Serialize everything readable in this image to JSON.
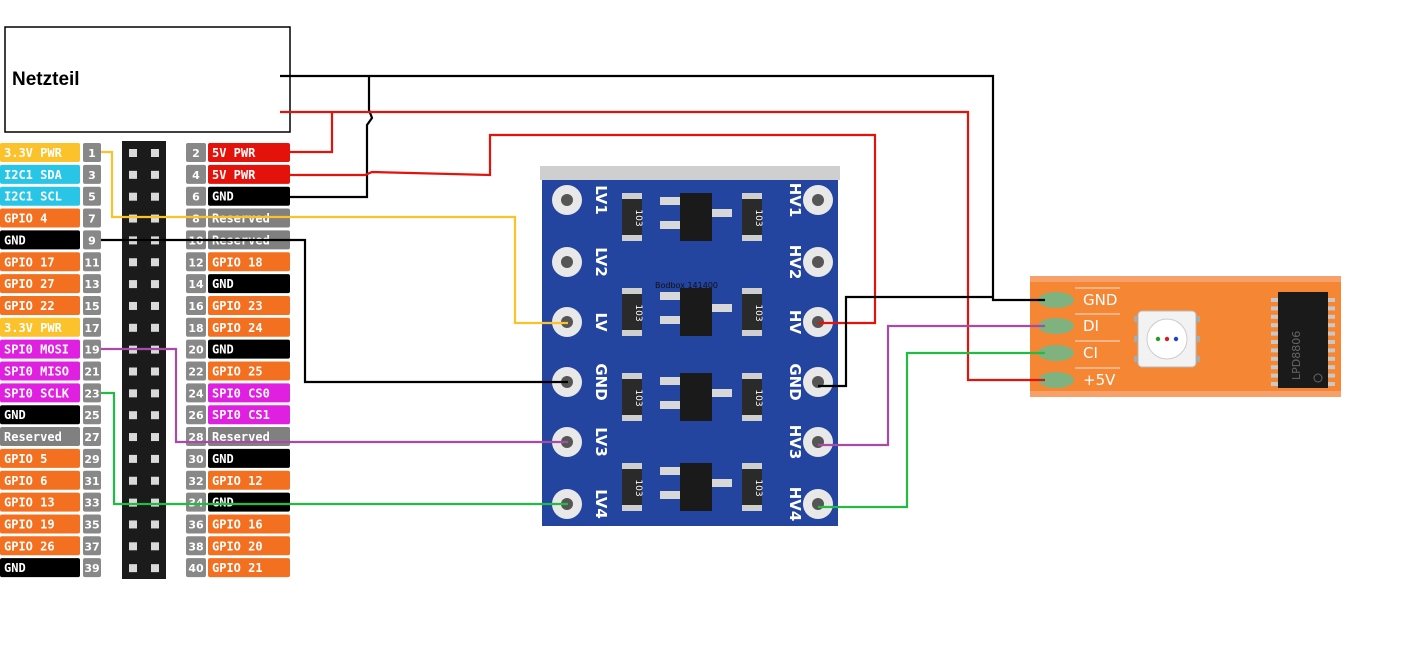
{
  "power_supply": {
    "label": "Netzteil"
  },
  "colors": {
    "pwr33": "#fcc22b",
    "i2c": "#29c5e6",
    "gpio": "#f37021",
    "gnd": "#000000",
    "reserved": "#808080",
    "spi": "#e020e0",
    "pwr5": "#e3120b",
    "num": "#888888",
    "wire_black": "#000000",
    "wire_red": "#e3120b",
    "wire_yellow": "#fcc22b",
    "wire_purple": "#a64ca6",
    "wire_green": "#22bb44",
    "board_blue": "#1f3c9e",
    "strip_orange": "#f58634",
    "strip_pad": "#7fb27f"
  },
  "header_left": [
    {
      "label": "3.3V PWR",
      "num": "1",
      "color": "pwr33"
    },
    {
      "label": "I2C1 SDA",
      "num": "3",
      "color": "i2c"
    },
    {
      "label": "I2C1 SCL",
      "num": "5",
      "color": "i2c"
    },
    {
      "label": "GPIO 4",
      "num": "7",
      "color": "gpio"
    },
    {
      "label": "GND",
      "num": "9",
      "color": "gnd"
    },
    {
      "label": "GPIO 17",
      "num": "11",
      "color": "gpio"
    },
    {
      "label": "GPIO 27",
      "num": "13",
      "color": "gpio"
    },
    {
      "label": "GPIO 22",
      "num": "15",
      "color": "gpio"
    },
    {
      "label": "3.3V PWR",
      "num": "17",
      "color": "pwr33"
    },
    {
      "label": "SPI0 MOSI",
      "num": "19",
      "color": "spi"
    },
    {
      "label": "SPI0 MISO",
      "num": "21",
      "color": "spi"
    },
    {
      "label": "SPI0 SCLK",
      "num": "23",
      "color": "spi"
    },
    {
      "label": "GND",
      "num": "25",
      "color": "gnd"
    },
    {
      "label": "Reserved",
      "num": "27",
      "color": "reserved"
    },
    {
      "label": "GPIO 5",
      "num": "29",
      "color": "gpio"
    },
    {
      "label": "GPIO 6",
      "num": "31",
      "color": "gpio"
    },
    {
      "label": "GPIO 13",
      "num": "33",
      "color": "gpio"
    },
    {
      "label": "GPIO 19",
      "num": "35",
      "color": "gpio"
    },
    {
      "label": "GPIO 26",
      "num": "37",
      "color": "gpio"
    },
    {
      "label": "GND",
      "num": "39",
      "color": "gnd"
    }
  ],
  "header_right": [
    {
      "label": "5V PWR",
      "num": "2",
      "color": "pwr5"
    },
    {
      "label": "5V PWR",
      "num": "4",
      "color": "pwr5"
    },
    {
      "label": "GND",
      "num": "6",
      "color": "gnd"
    },
    {
      "label": "Reserved",
      "num": "8",
      "color": "reserved"
    },
    {
      "label": "Reserved",
      "num": "10",
      "color": "reserved"
    },
    {
      "label": "GPIO 18",
      "num": "12",
      "color": "gpio"
    },
    {
      "label": "GND",
      "num": "14",
      "color": "gnd"
    },
    {
      "label": "GPIO 23",
      "num": "16",
      "color": "gpio"
    },
    {
      "label": "GPIO 24",
      "num": "18",
      "color": "gpio"
    },
    {
      "label": "GND",
      "num": "20",
      "color": "gnd"
    },
    {
      "label": "GPIO 25",
      "num": "22",
      "color": "gpio"
    },
    {
      "label": "SPI0 CS0",
      "num": "24",
      "color": "spi"
    },
    {
      "label": "SPI0 CS1",
      "num": "26",
      "color": "spi"
    },
    {
      "label": "Reserved",
      "num": "28",
      "color": "reserved"
    },
    {
      "label": "GND",
      "num": "30",
      "color": "gnd"
    },
    {
      "label": "GPIO 12",
      "num": "32",
      "color": "gpio"
    },
    {
      "label": "GND",
      "num": "34",
      "color": "gnd"
    },
    {
      "label": "GPIO 16",
      "num": "36",
      "color": "gpio"
    },
    {
      "label": "GPIO 20",
      "num": "38",
      "color": "gpio"
    },
    {
      "label": "GPIO 21",
      "num": "40",
      "color": "gpio"
    }
  ],
  "level_shifter": {
    "left_pins": [
      "LV1",
      "LV2",
      "LV",
      "GND",
      "LV3",
      "LV4"
    ],
    "right_pins": [
      "HV1",
      "HV2",
      "HV",
      "GND",
      "HV3",
      "HV4"
    ],
    "resistor_label": "103",
    "chip_text": "Bodbox 141400"
  },
  "led_strip": {
    "pins": [
      "GND",
      "DI",
      "CI",
      "+5V"
    ],
    "chip_text": "LPD8806"
  }
}
